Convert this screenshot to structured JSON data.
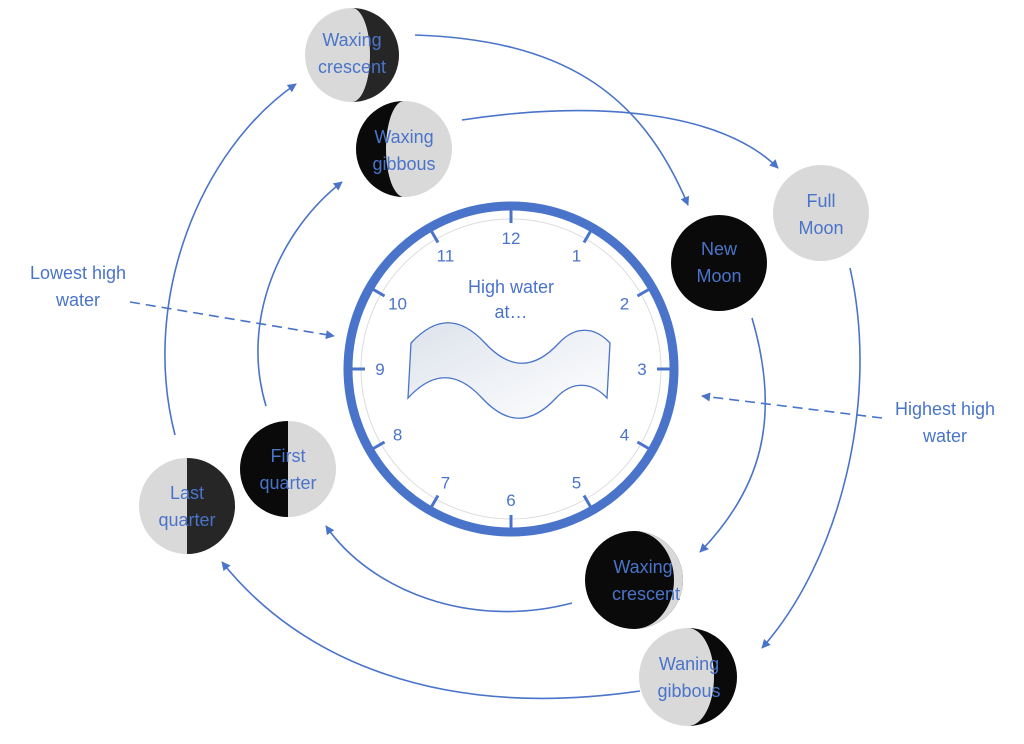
{
  "colors": {
    "accent": "#4a74c9",
    "moon_light": "#d9d9d9",
    "moon_dark": "#0a0a0a",
    "moon_mid": "#262626",
    "clock_face": "#ffffff"
  },
  "clock": {
    "numbers": [
      "12",
      "1",
      "2",
      "3",
      "4",
      "5",
      "6",
      "7",
      "8",
      "9",
      "10",
      "11"
    ],
    "center_text": [
      "High water",
      "at…"
    ]
  },
  "phases": {
    "waxing_crescent_top": [
      "Waxing",
      "crescent"
    ],
    "waxing_gibbous": [
      "Waxing",
      "gibbous"
    ],
    "full_moon": [
      "Full",
      "Moon"
    ],
    "new_moon": [
      "New",
      "Moon"
    ],
    "first_quarter": [
      "First",
      "quarter"
    ],
    "last_quarter": [
      "Last",
      "quarter"
    ],
    "waxing_crescent_bottom": [
      "Waxing",
      "crescent"
    ],
    "waning_gibbous": [
      "Waning",
      "gibbous"
    ]
  },
  "annotations": {
    "lowest": [
      "Lowest high",
      "water"
    ],
    "highest": [
      "Highest high",
      "water"
    ]
  }
}
